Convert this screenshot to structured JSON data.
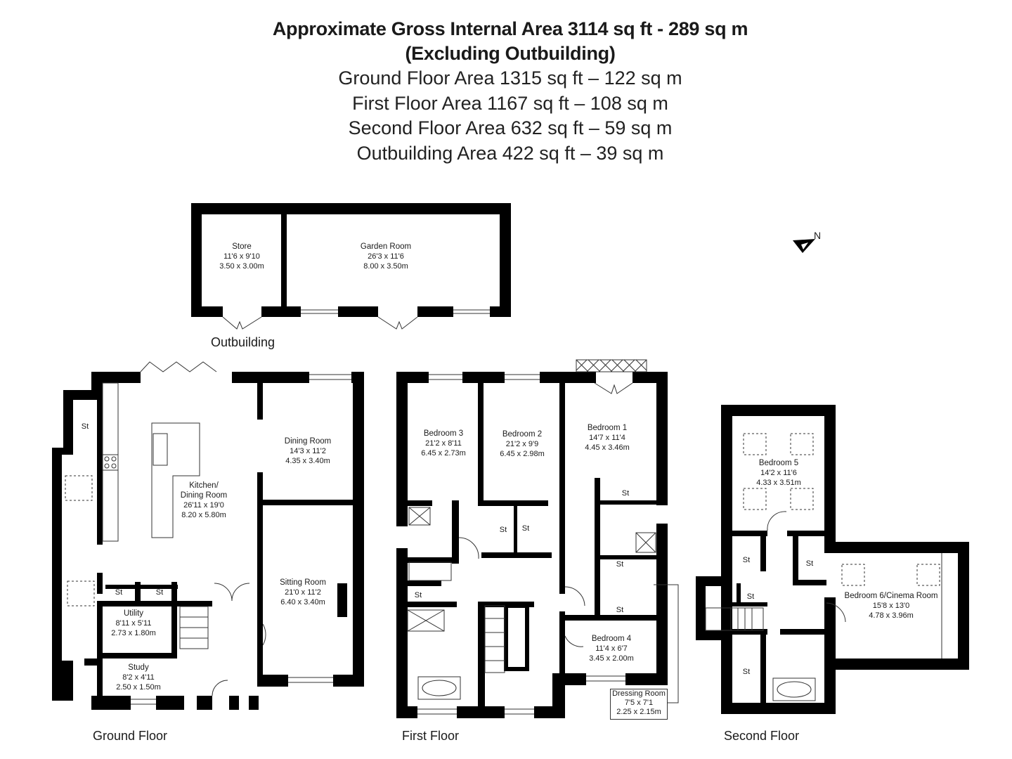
{
  "header": {
    "title_line1": "Approximate Gross Internal Area 3114 sq ft - 289 sq m",
    "title_line2": "(Excluding Outbuilding)",
    "areas": [
      "Ground Floor Area 1315 sq ft – 122 sq m",
      "First Floor Area 1167 sq ft – 108 sq m",
      "Second Floor Area 632 sq ft – 59 sq m",
      "Outbuilding Area 422 sq ft – 39 sq m"
    ]
  },
  "compass": {
    "label": "N",
    "icon": "north-arrow-icon"
  },
  "floors": {
    "outbuilding": {
      "label": "Outbuilding",
      "rooms": [
        {
          "name": "Store",
          "imperial": "11'6 x 9'10",
          "metric": "3.50 x 3.00m"
        },
        {
          "name": "Garden Room",
          "imperial": "26'3 x 11'6",
          "metric": "8.00 x 3.50m"
        }
      ]
    },
    "ground": {
      "label": "Ground Floor",
      "rooms": [
        {
          "name": "Kitchen/",
          "name2": "Dining Room",
          "imperial": "26'11 x 19'0",
          "metric": "8.20 x 5.80m"
        },
        {
          "name": "Dining Room",
          "imperial": "14'3 x 11'2",
          "metric": "4.35 x 3.40m"
        },
        {
          "name": "Sitting Room",
          "imperial": "21'0 x 11'2",
          "metric": "6.40 x 3.40m"
        },
        {
          "name": "Utility",
          "imperial": "8'11 x 5'11",
          "metric": "2.73 x 1.80m"
        },
        {
          "name": "Study",
          "imperial": "8'2 x 4'11",
          "metric": "2.50 x 1.50m"
        }
      ],
      "stores": [
        "St",
        "St",
        "St"
      ]
    },
    "first": {
      "label": "First Floor",
      "rooms": [
        {
          "name": "Bedroom 3",
          "imperial": "21'2 x 8'11",
          "metric": "6.45 x 2.73m"
        },
        {
          "name": "Bedroom 2",
          "imperial": "21'2 x 9'9",
          "metric": "6.45 x 2.98m"
        },
        {
          "name": "Bedroom 1",
          "imperial": "14'7 x 11'4",
          "metric": "4.45 x 3.46m"
        },
        {
          "name": "Bedroom 4",
          "imperial": "11'4 x 6'7",
          "metric": "3.45 x 2.00m"
        },
        {
          "name": "Dressing Room",
          "imperial": "7'5 x 7'1",
          "metric": "2.25 x 2.15m"
        }
      ],
      "stores": [
        "St",
        "St",
        "St",
        "St",
        "St",
        "St"
      ]
    },
    "second": {
      "label": "Second Floor",
      "rooms": [
        {
          "name": "Bedroom 5",
          "imperial": "14'2 x 11'6",
          "metric": "4.33 x 3.51m"
        },
        {
          "name": "Bedroom 6/Cinema Room",
          "imperial": "15'8 x 13'0",
          "metric": "4.78 x 3.96m"
        }
      ],
      "stores": [
        "St",
        "St",
        "St",
        "St"
      ]
    }
  }
}
